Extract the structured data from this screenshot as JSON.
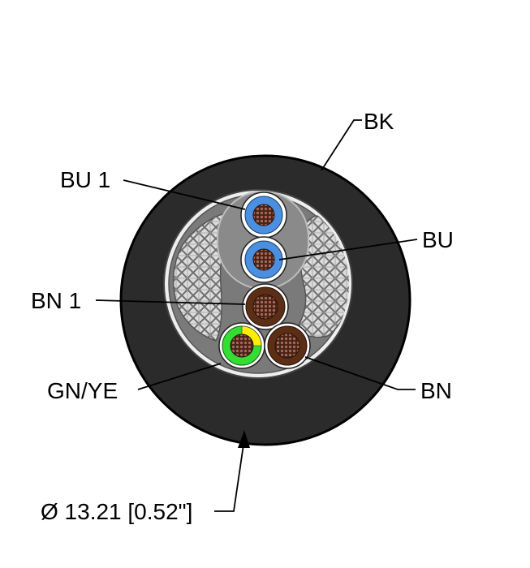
{
  "labels": {
    "jacket": "BK",
    "blue_1": "BU 1",
    "blue": "BU",
    "brown_1": "BN 1",
    "brown": "BN",
    "ground": "GN/YE",
    "diameter": "Ø 13.21 [0.52\"]"
  },
  "colors": {
    "jacket": "#2b2b2b",
    "filler": "#7a7a7a",
    "shield_mesh": "#d4d4d4",
    "blue": "#4a8fe0",
    "brown": "#5b2f16",
    "green": "#33dd33",
    "yellow": "#ffee00",
    "copper": "#9a5a48"
  }
}
